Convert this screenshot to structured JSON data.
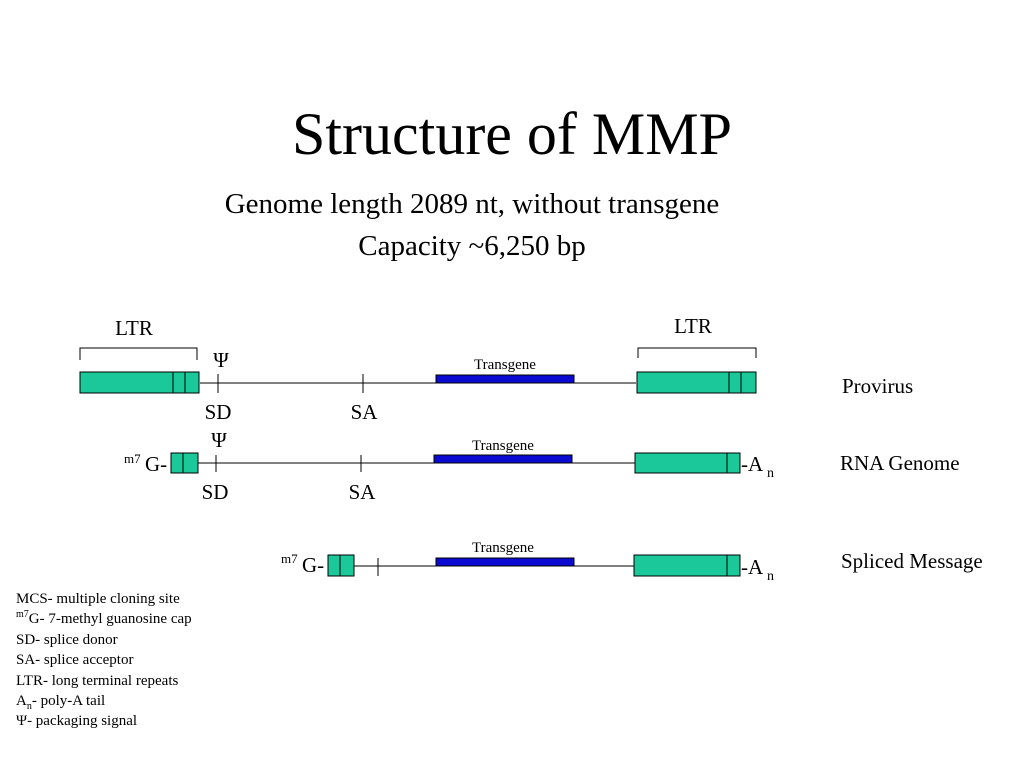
{
  "title": "Structure of MMP",
  "subtitle_lines": [
    "Genome length 2089 nt, without transgene",
    "Capacity ~6,250 bp"
  ],
  "colors": {
    "ltr_fill": "#1ac89a",
    "transgene_fill": "#0a0ad0",
    "line": "#000000"
  },
  "diagram": {
    "provirus": {
      "label": "Provirus",
      "ltr_left": "LTR",
      "ltr_right": "LTR",
      "psi": "Ψ",
      "sd": "SD",
      "sa": "SA",
      "transgene": "Transgene"
    },
    "rna_genome": {
      "label": "RNA Genome",
      "cap_sup": "m7",
      "cap_text": "G-",
      "tail_text": "-A",
      "tail_sub": "n",
      "psi": "Ψ",
      "sd": "SD",
      "sa": "SA",
      "transgene": "Transgene"
    },
    "spliced": {
      "label": "Spliced Message",
      "cap_sup": "m7",
      "cap_text": "G-",
      "tail_text": "-A",
      "tail_sub": "n",
      "transgene": "Transgene"
    }
  },
  "legend": [
    {
      "text": "MCS- multiple cloning site"
    },
    {
      "sup": "m7",
      "text": "G- 7-methyl guanosine cap"
    },
    {
      "text": "SD- splice donor"
    },
    {
      "text": "SA- splice acceptor"
    },
    {
      "text": "LTR- long terminal repeats"
    },
    {
      "pre": "A",
      "sub": "n",
      "text": "- poly-A tail"
    },
    {
      "text": "Ψ- packaging signal"
    }
  ]
}
